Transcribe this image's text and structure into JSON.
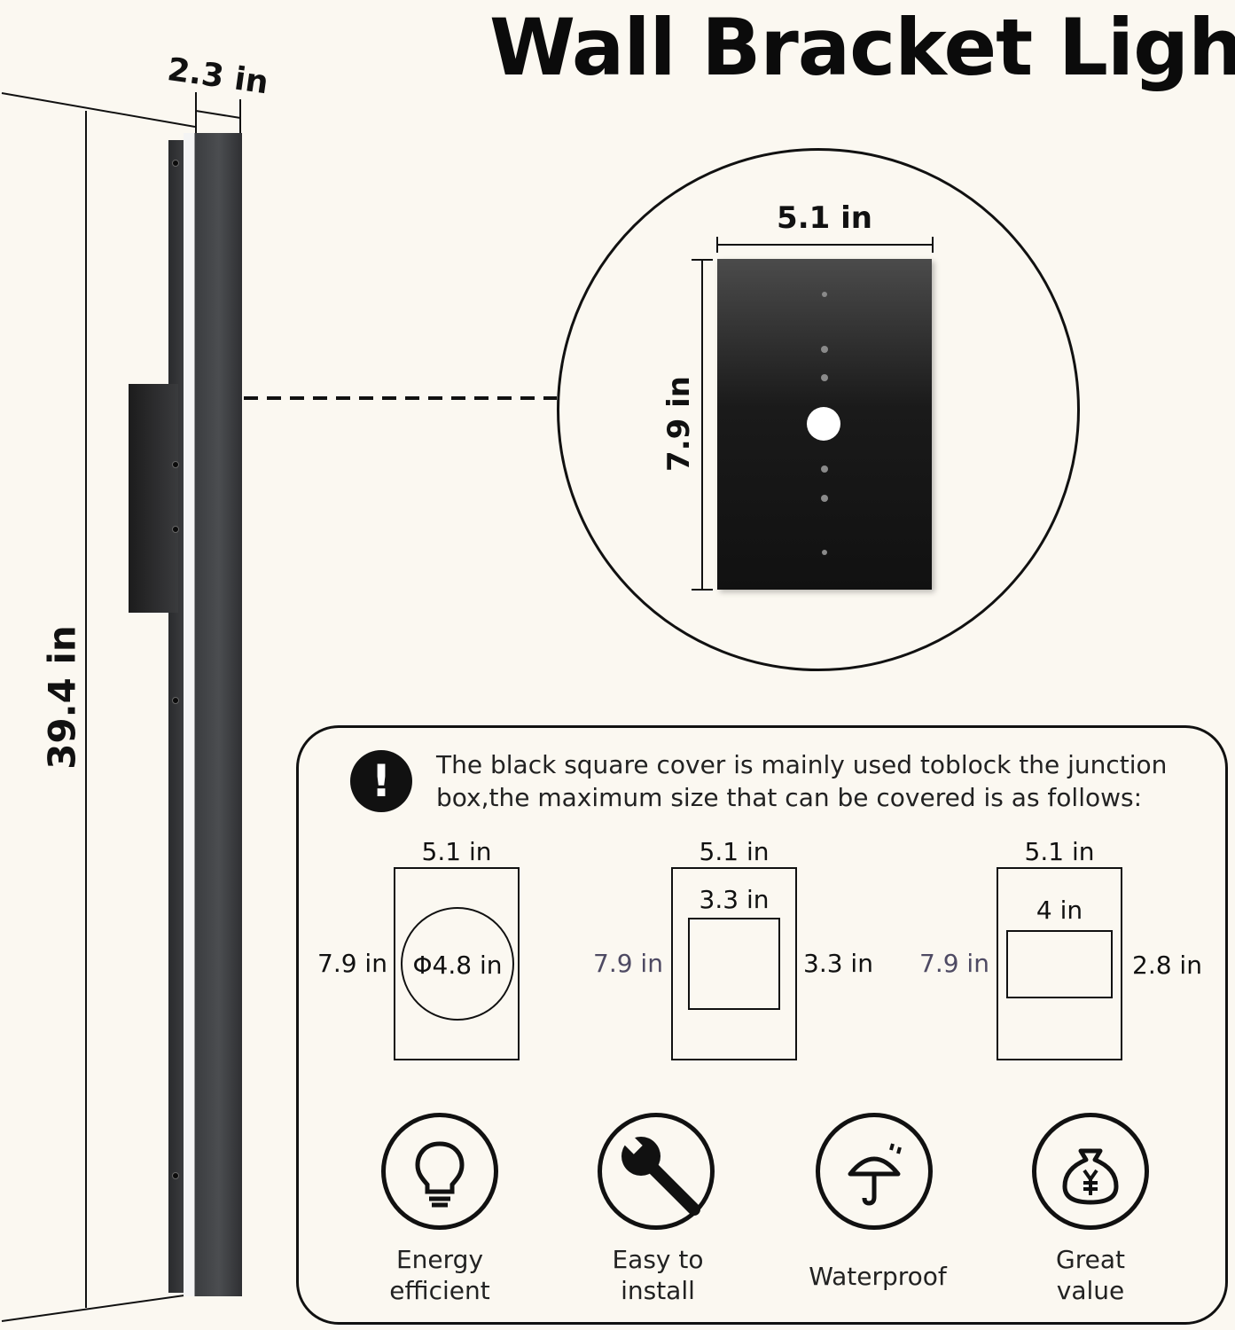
{
  "title": "Wall Bracket Light",
  "dimensions": {
    "width": "2.3 in",
    "height": "39.4 in",
    "plate_width": "5.1 in",
    "plate_height": "7.9 in"
  },
  "note": {
    "icon": "exclamation-icon",
    "mark": "!",
    "text": "The black square cover is mainly used toblock the junction box,the maximum size that can be covered is as follows:"
  },
  "covers": [
    {
      "top": "5.1 in",
      "left": "7.9 in",
      "inner": "Φ4.8 in"
    },
    {
      "top": "5.1 in",
      "left": "7.9 in",
      "inner_top": "3.3 in",
      "right": "3.3 in"
    },
    {
      "top": "5.1 in",
      "left": "7.9 in",
      "inner_top": "4 in",
      "right": "2.8 in"
    }
  ],
  "features": [
    {
      "label_1": "Energy",
      "label_2": "efficient",
      "icon": "lightbulb-icon"
    },
    {
      "label_1": "Easy to",
      "label_2": "install",
      "icon": "wrench-icon"
    },
    {
      "label_1": "Waterproof",
      "icon": "umbrella-icon"
    },
    {
      "label_1": "Great",
      "label_2": "value",
      "icon": "money-bag-icon"
    }
  ]
}
